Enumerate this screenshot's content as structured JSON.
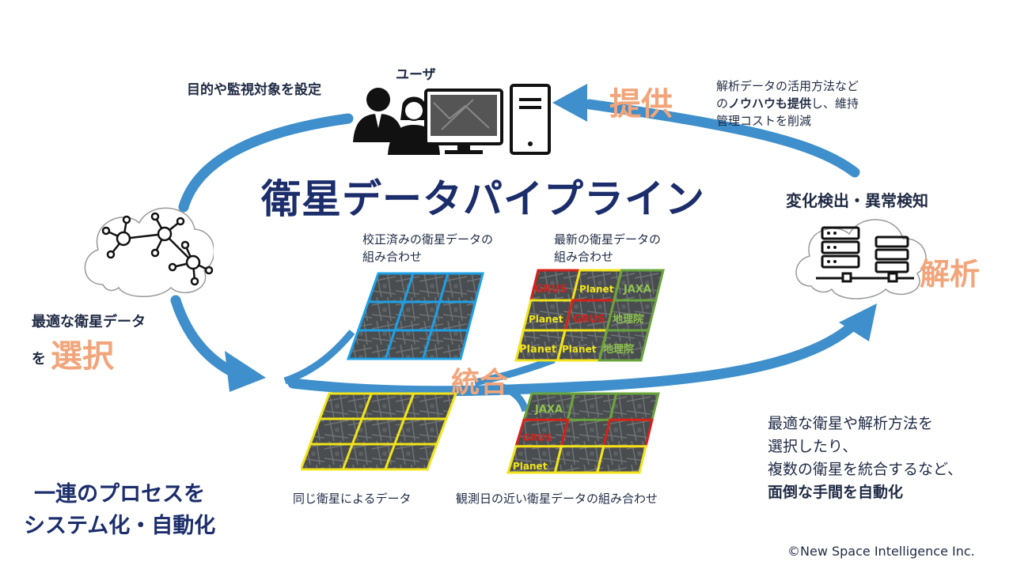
{
  "title": "衛星データパイプライン",
  "user": {
    "label": "ユーザ",
    "setup_text": "目的や監視対象を設定"
  },
  "provide": {
    "word": "提供",
    "note_line1": "解析データの活用方法など",
    "note_line2_pre": "の",
    "note_line2_bold": "ノウハウも提供",
    "note_line2_post": "し、維持",
    "note_line3": "管理コストを削減"
  },
  "analyze": {
    "heading": "変化検出・異常検知",
    "word": "解析"
  },
  "select": {
    "line1": "最適な衛星データ",
    "prefix": "を",
    "word": "選択"
  },
  "integrate": {
    "word": "統合"
  },
  "grids": {
    "calibrated_line1": "校正済みの衛星データの",
    "calibrated_line2": "組み合わせ",
    "latest_line1": "最新の衛星データの",
    "latest_line2": "組み合わせ",
    "same_satellite": "同じ衛星によるデータ",
    "close_dates": "観測日の近い衛星データの組み合わせ"
  },
  "providers": {
    "grus": "GRUS",
    "planet": "Planet",
    "jaxa": "JAXA",
    "gsi": "地理院"
  },
  "automation_note": {
    "line1": "最適な衛星や解析方法を",
    "line2": "選択したり、",
    "line3": "複数の衛星を統合するなど、",
    "line4": "面倒な手間を自動化"
  },
  "process": {
    "line1": "一連のプロセスを",
    "line2": "システム化・自動化"
  },
  "copyright": "©New Space Intelligence Inc.",
  "colors": {
    "navy": "#1b2d6b",
    "arrow_blue": "#3e8fcb",
    "accent_orange": "#f2a57a",
    "grid_blue": "#1ea0e6",
    "grid_yellow": "#f1e41a",
    "grid_red": "#d8201a",
    "grid_green": "#6aa43c"
  }
}
